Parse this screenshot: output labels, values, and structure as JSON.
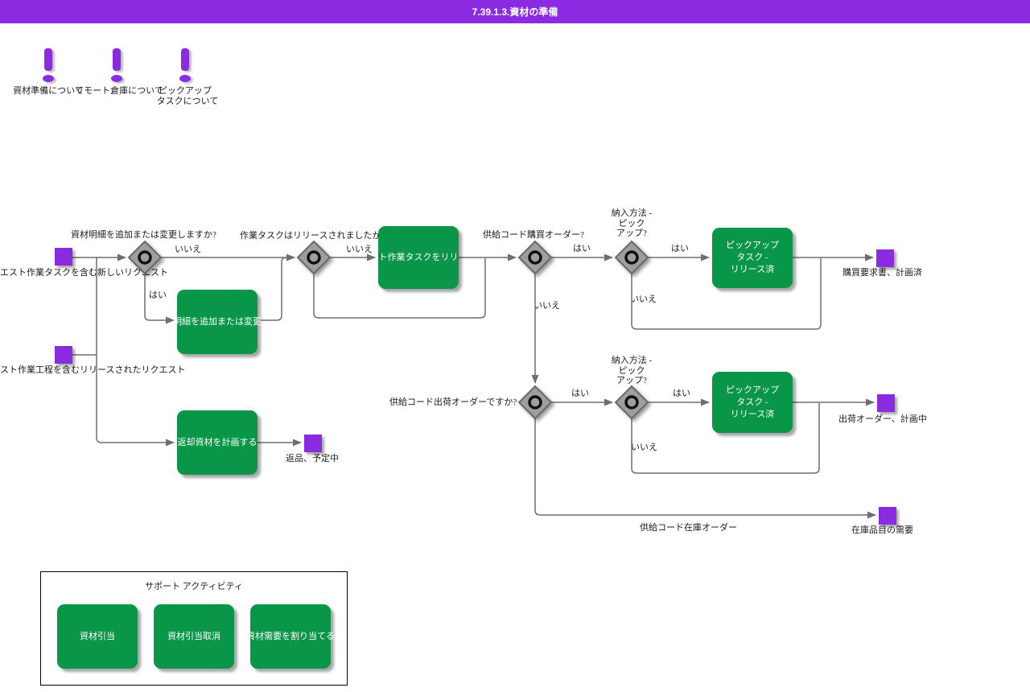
{
  "colors": {
    "accent_purple": "#8A2BE2",
    "task_green": "#0A9648",
    "gateway_gray": "#9E9E9E",
    "connector_gray": "#6E6E6E"
  },
  "titlebar": {
    "title": "7.39.1.3.資材の準備"
  },
  "annotations": {
    "a1": {
      "label": "資材準備について"
    },
    "a2": {
      "label": "リモート倉庫について"
    },
    "a3": {
      "line1": "ピックアップ",
      "line2": "タスクについて"
    }
  },
  "events": {
    "start_new_request": {
      "label": "エスト作業タスクを含む新しいリクエスト"
    },
    "start_released_request": {
      "label": "スト作業工程を含むリリースされたリクエスト"
    },
    "end_return": {
      "label": "返品、予定中"
    },
    "end_purchase_requisition": {
      "label": "購買要求書、計画済"
    },
    "end_shipment_order": {
      "label": "出荷オーダー、計画中"
    },
    "end_inventory_demand": {
      "label": "在庫品目の需要"
    }
  },
  "gateways": {
    "add_or_change": {
      "question": "資材明細を追加または変更しますか?"
    },
    "task_released": {
      "question": "作業タスクはリリースされましたか?"
    },
    "purchase_order": {
      "question": "供給コード購買オーダー?"
    },
    "pickup_top": {
      "lines": [
        "納入方法 -",
        "ピック",
        "アップ?"
      ]
    },
    "ship_order": {
      "question": "供給コード出荷オーダーですか?"
    },
    "pickup_bottom": {
      "lines": [
        "納入方法 -",
        "ピック",
        "アップ?"
      ]
    }
  },
  "tasks": {
    "add_change_detail": {
      "label": "明細を追加または変更"
    },
    "release_work_task": {
      "label": "ト作業タスクをリリ"
    },
    "pickup_released_top": {
      "lines": [
        "ピックアップ",
        "タスク -",
        "リリース済"
      ]
    },
    "pickup_released_bottom": {
      "lines": [
        "ピックアップ",
        "タスク -",
        "リリース済"
      ]
    },
    "plan_return_material": {
      "label": "返却資材を計画する"
    }
  },
  "edge_labels": {
    "yes": "はい",
    "no": "いいえ",
    "inventory_order": "供給コード在庫オーダー"
  },
  "support": {
    "title": "サポート アクティビティ",
    "items": [
      {
        "label": "資材引当"
      },
      {
        "label": "資材引当取消"
      },
      {
        "label": "資材需要を割り当てる"
      }
    ]
  }
}
